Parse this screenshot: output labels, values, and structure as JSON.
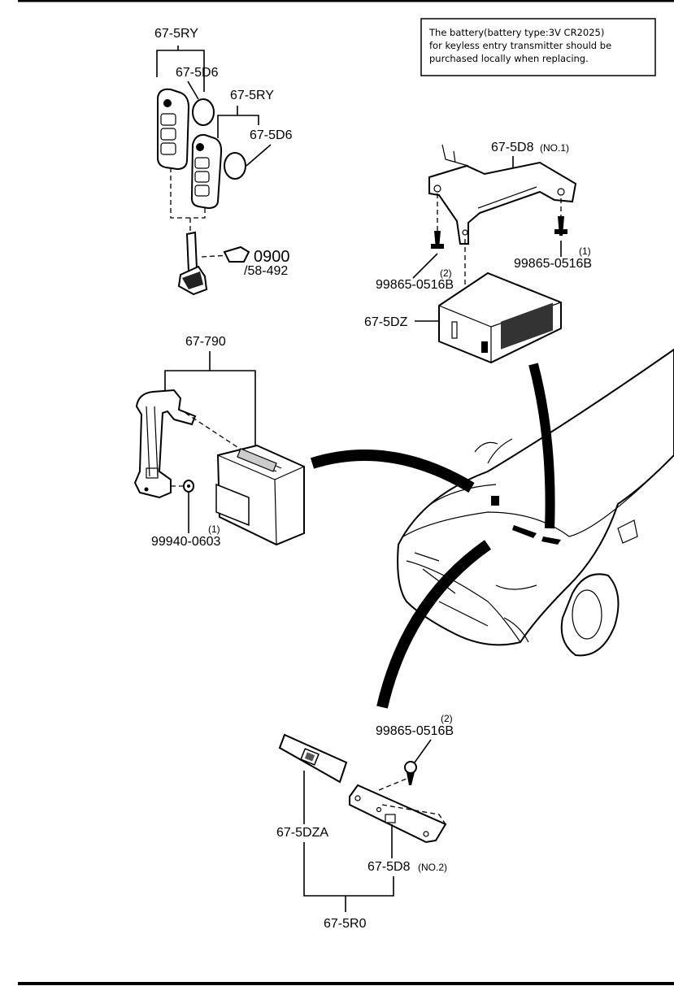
{
  "note": {
    "lines": [
      "The battery(battery type:3V CR2025)",
      "for keyless entry transmitter should be",
      "purchased locally when replacing."
    ]
  },
  "labels": {
    "transmitter_set": "67-5RY",
    "battery_1": "67-5D6",
    "transmitter_set_2": "67-5RY",
    "battery_2": "67-5D6",
    "key_code": "0900",
    "key_code_sub": "/58-492",
    "bracket_no1": "67-5D8",
    "bracket_no1_suffix": "(NO.1)",
    "screw_right_qty": "(1)",
    "screw_right": "99865-0516B",
    "screw_left_qty": "(2)",
    "screw_left": "99865-0516B",
    "control_unit": "67-5DZ",
    "module": "67-790",
    "nut_qty": "(1)",
    "nut": "99940-0603",
    "screw_bottom_qty": "(2)",
    "screw_bottom": "99865-0516B",
    "antenna": "67-5DZA",
    "bracket_no2": "67-5D8",
    "bracket_no2_suffix": "(NO.2)",
    "antenna_set": "67-5R0"
  }
}
